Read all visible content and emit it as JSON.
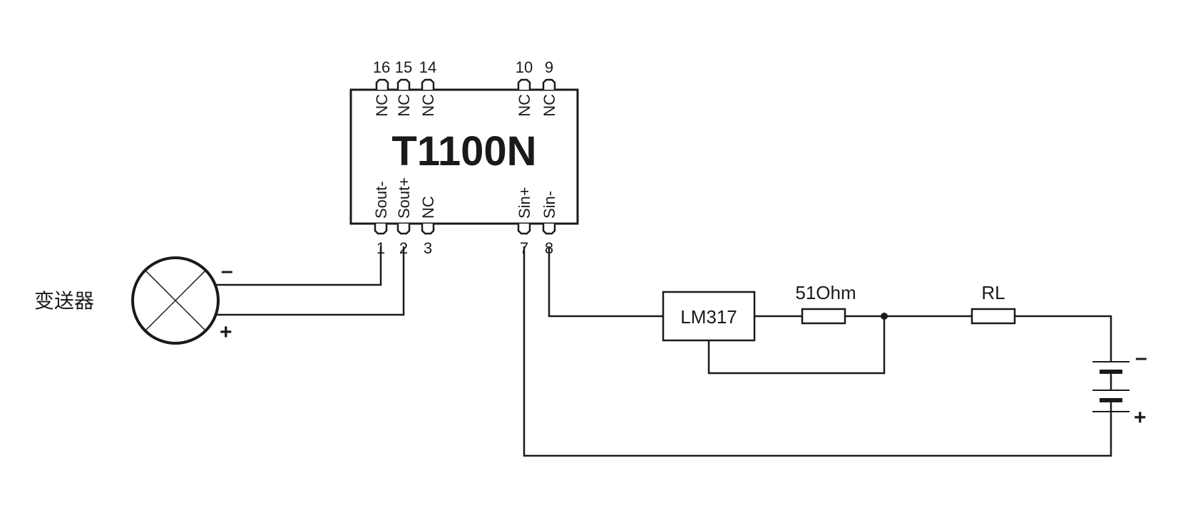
{
  "chip": {
    "name": "T1100N",
    "top_pins": [
      {
        "num": "16",
        "label": "NC"
      },
      {
        "num": "15",
        "label": "NC"
      },
      {
        "num": "14",
        "label": "NC"
      },
      {
        "num": "10",
        "label": "NC"
      },
      {
        "num": "9",
        "label": "NC"
      }
    ],
    "bottom_pins": [
      {
        "num": "1",
        "label": "Sout-"
      },
      {
        "num": "2",
        "label": "Sout+"
      },
      {
        "num": "3",
        "label": "NC"
      },
      {
        "num": "7",
        "label": "Sin+"
      },
      {
        "num": "8",
        "label": "Sin-"
      }
    ]
  },
  "transmitter": {
    "label": "变送器",
    "minus": "–",
    "plus": "+"
  },
  "regulator": {
    "label": "LM317"
  },
  "resistor1": {
    "label": "51Ohm"
  },
  "resistor2": {
    "label": "RL"
  },
  "battery": {
    "minus": "–",
    "plus": "+"
  }
}
